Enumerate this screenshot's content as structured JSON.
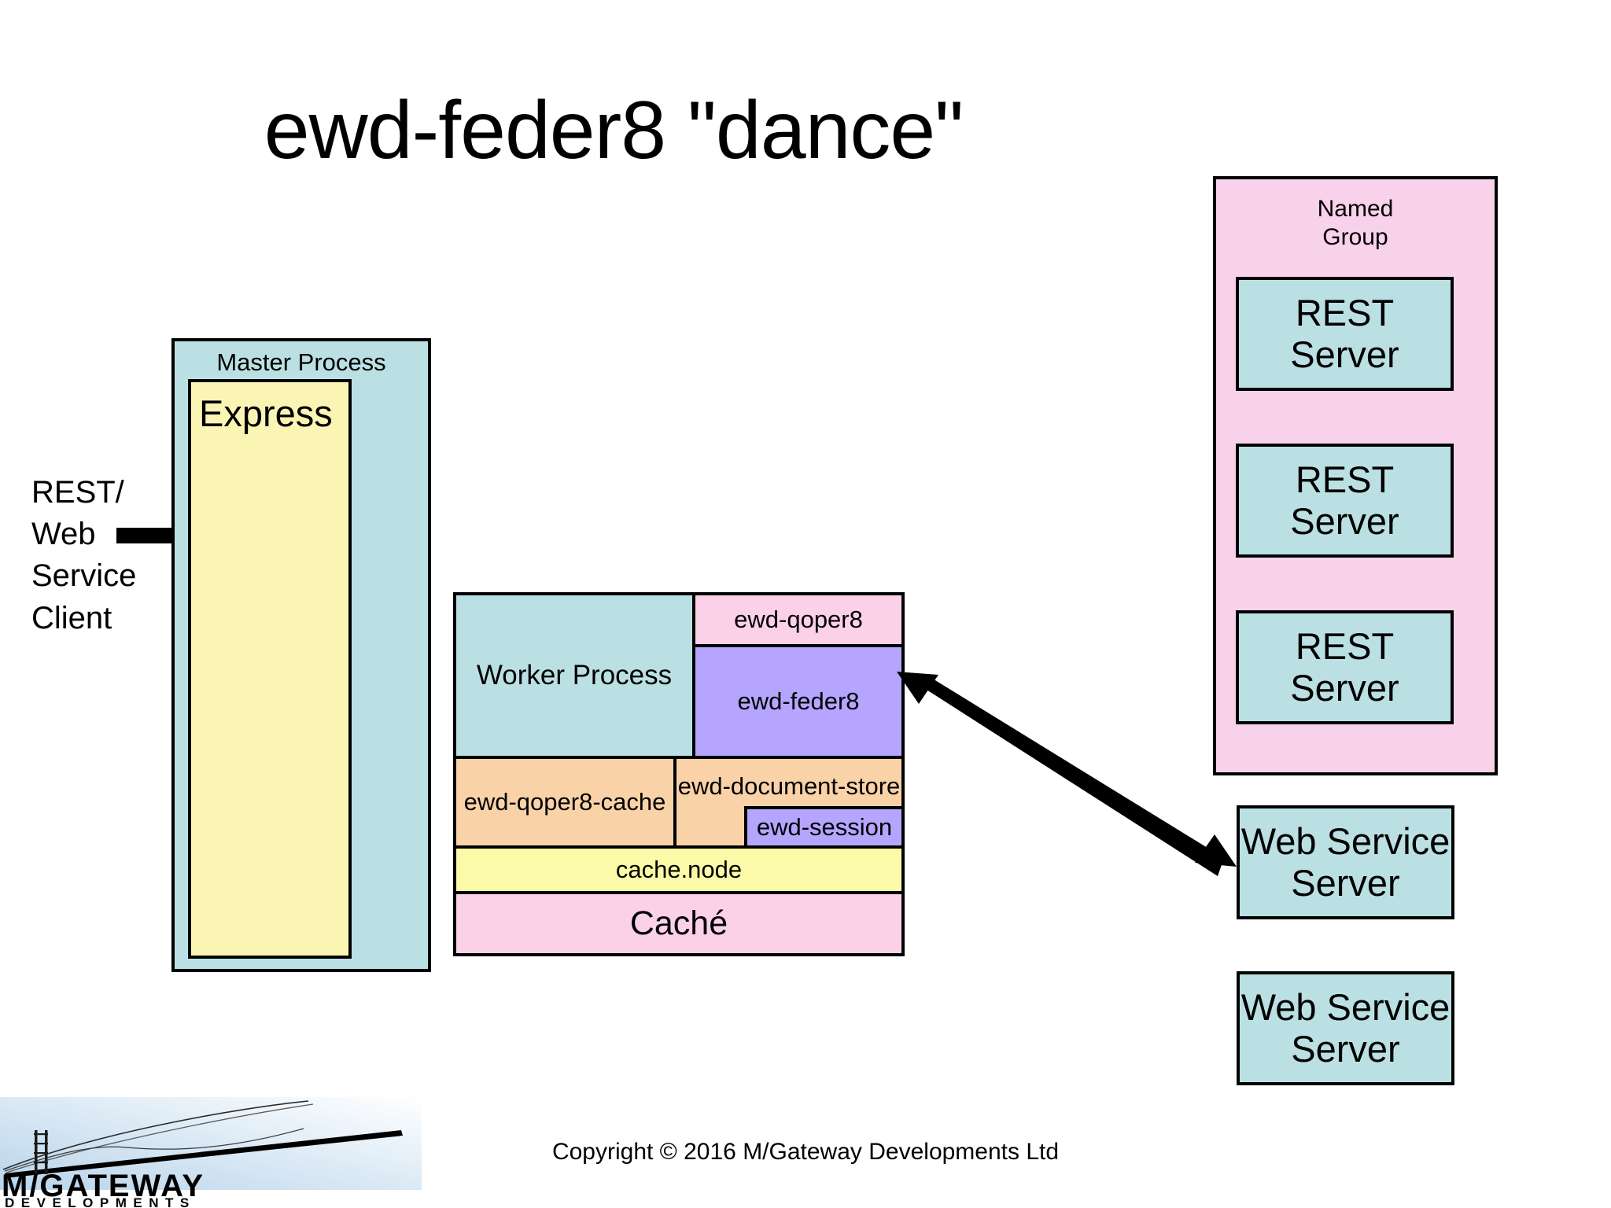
{
  "slide": {
    "title": "ewd-feder8 \"dance\"",
    "background_color": "#ffffff"
  },
  "colors": {
    "teal": "#bbe0e3",
    "yellow_pale": "#fbf5b4",
    "yellow": "#fbfaa8",
    "pink": "#fbd1e8",
    "pink_panel": "#f8d2ea",
    "purple": "#b5a5ff",
    "orange": "#fad2a8",
    "outline": "#000000"
  },
  "client": {
    "label": "REST/\nWeb\nService\nClient",
    "lines": [
      "REST/",
      "Web",
      "Service",
      "Client"
    ],
    "arrow": "arrow-right-icon"
  },
  "master_process": {
    "label": "Master Process",
    "inner": {
      "label": "Express"
    }
  },
  "worker_block": {
    "worker_process": "Worker Process",
    "ewd_qoper8": "ewd-qoper8",
    "ewd_feder8": "ewd-feder8",
    "ewd_qoper8_cache": "ewd-qoper8-cache",
    "ewd_document_store": "ewd-document-store",
    "ewd_session": "ewd-session",
    "cache_node": "cache.node",
    "cache_db": "Caché"
  },
  "named_group": {
    "label": "Named\nGroup",
    "line1": "Named",
    "line2": "Group",
    "servers": [
      {
        "line1": "REST",
        "line2": "Server"
      },
      {
        "line1": "REST",
        "line2": "Server"
      },
      {
        "line1": "REST",
        "line2": "Server"
      }
    ]
  },
  "web_service_servers": [
    {
      "line1": "Web Service",
      "line2": "Server"
    },
    {
      "line1": "Web Service",
      "line2": "Server"
    }
  ],
  "connector": {
    "name": "feder8-to-web-service-arrow",
    "from": "ewd-feder8",
    "to": "Web Service Server",
    "style": "double-headed"
  },
  "footer": {
    "copyright": "Copyright © 2016 M/Gateway Developments Ltd",
    "logo": {
      "primary": "M/GATEWAY",
      "secondary": "DEVELOPMENTS",
      "graphic": "suspension-bridge-icon"
    }
  }
}
